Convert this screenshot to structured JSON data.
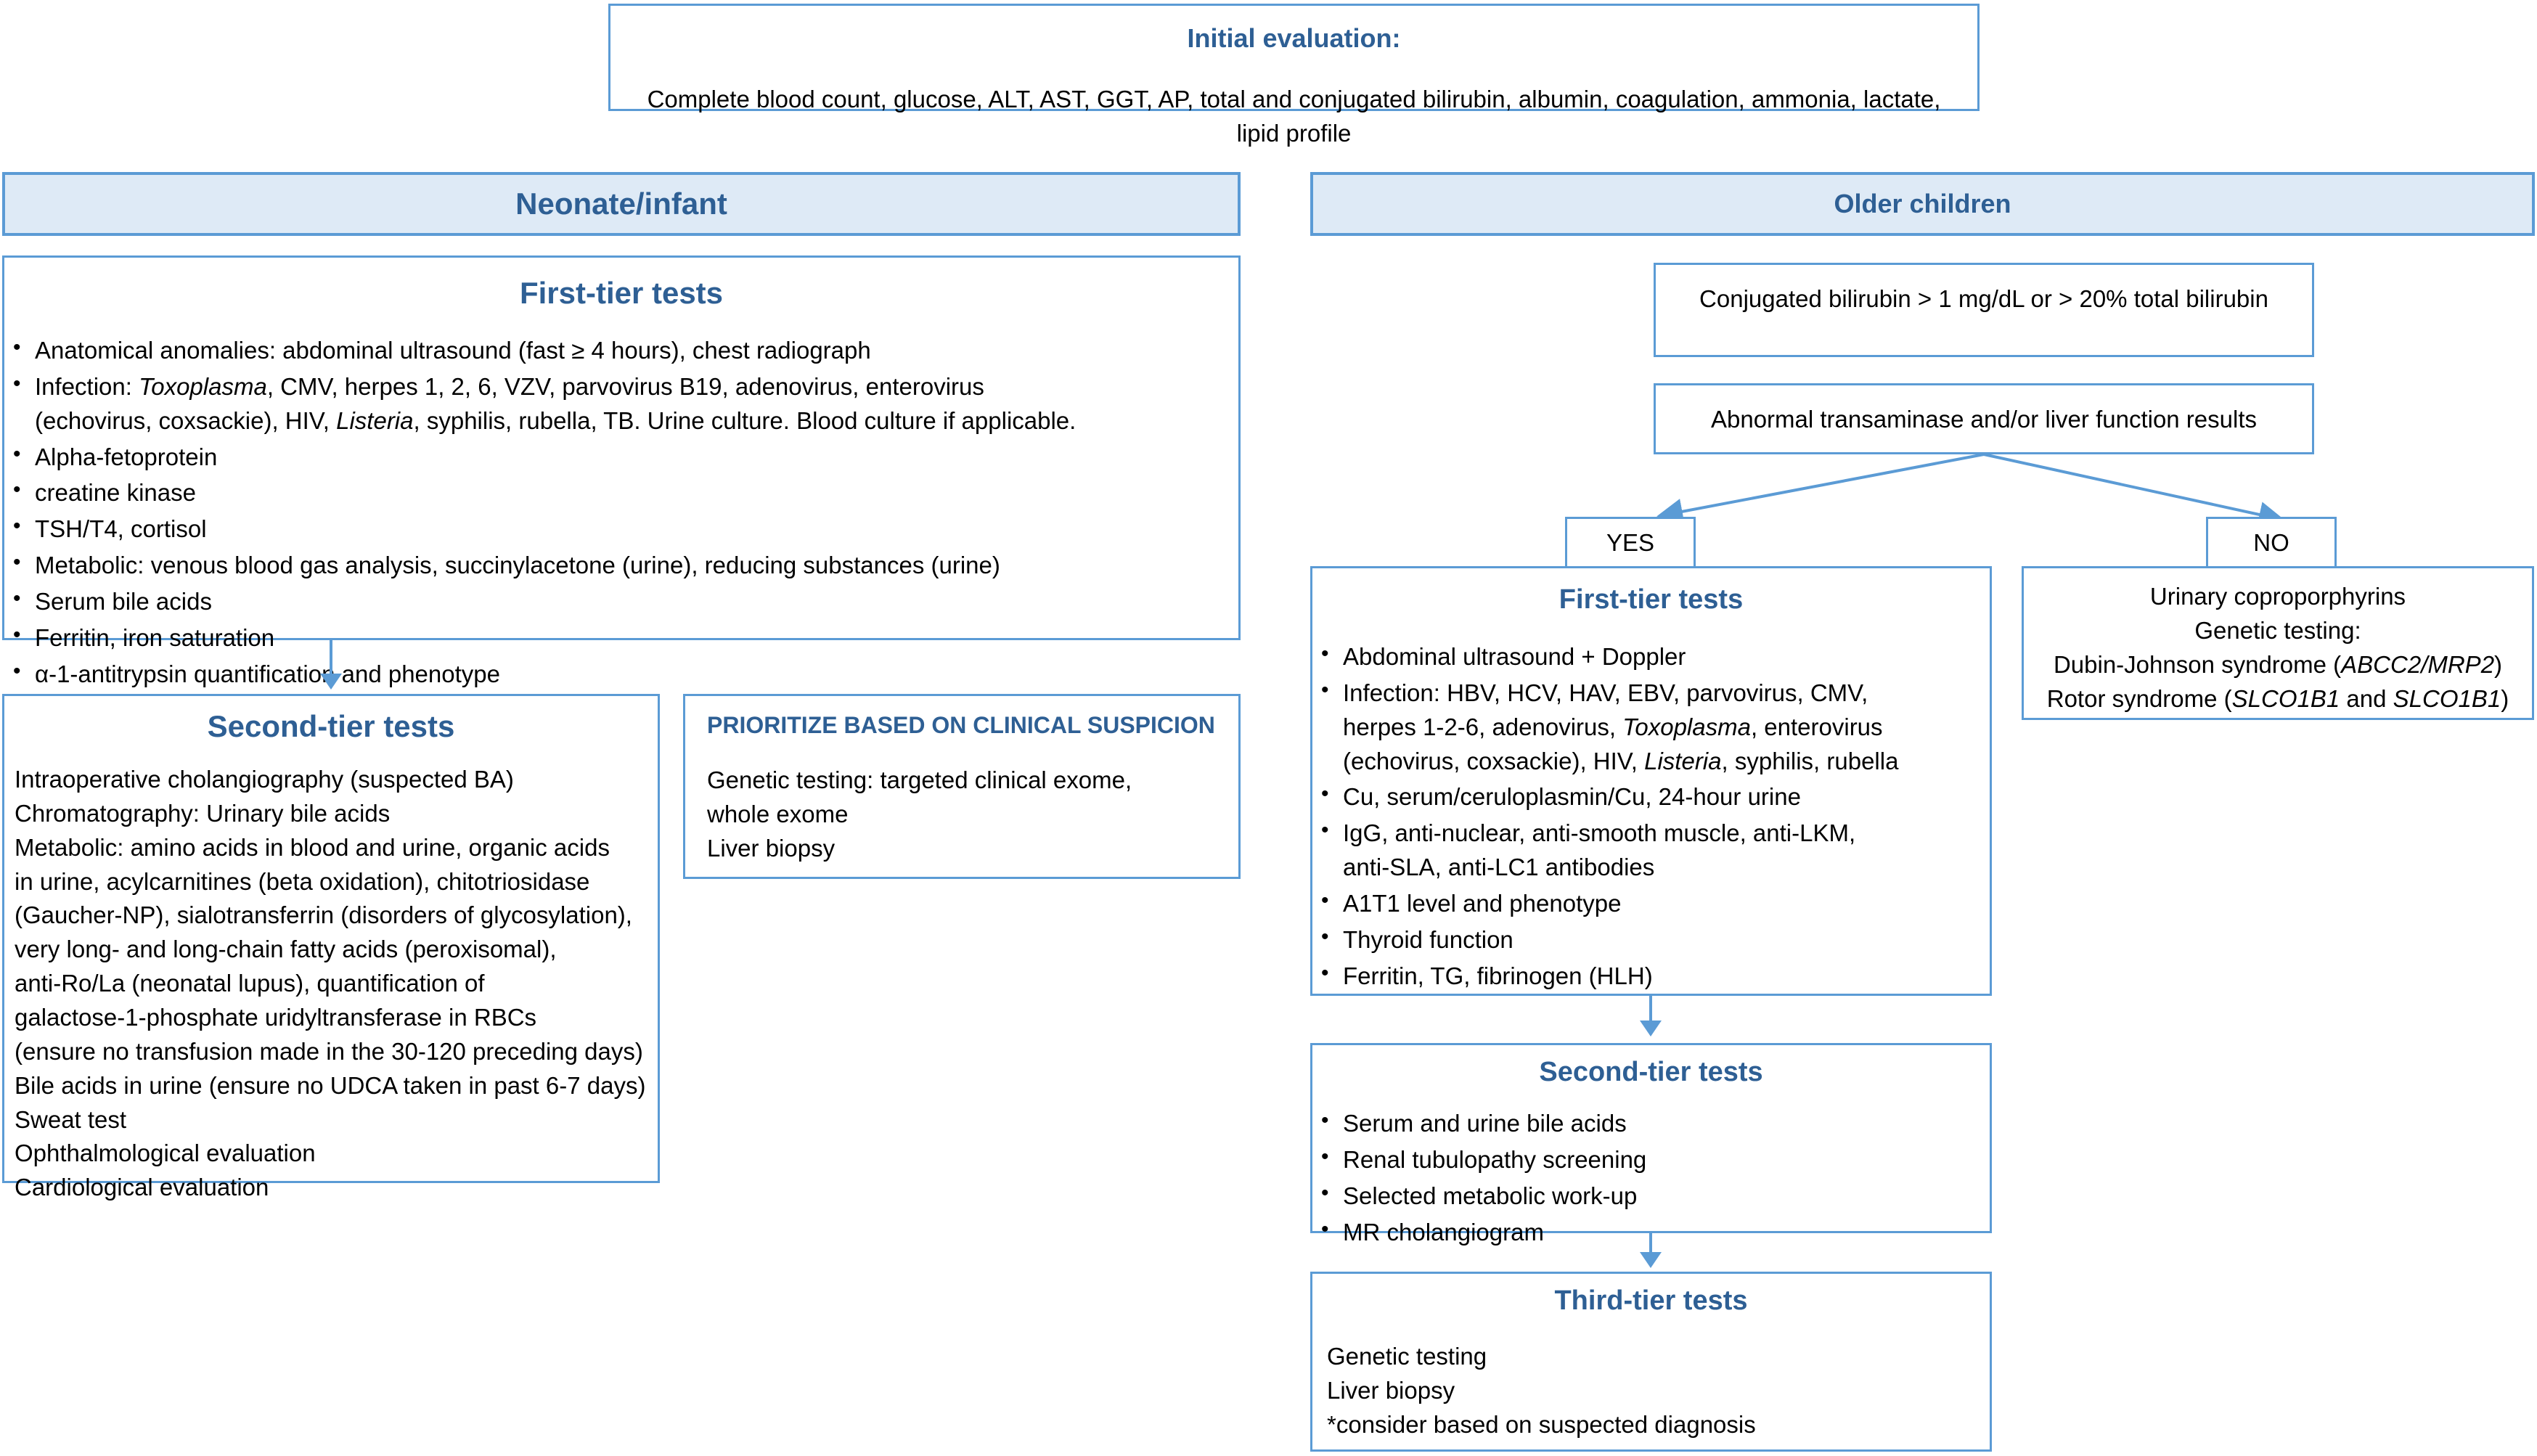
{
  "colors": {
    "border": "#5b9bd5",
    "header_fill": "#deeaf6",
    "title_text": "#2e5f94",
    "body_text": "#000000"
  },
  "initial_evaluation": {
    "title": "Initial evaluation:",
    "body": "Complete blood count, glucose, ALT, AST, GGT, AP, total and conjugated bilirubin, albumin, coagulation, ammonia, lactate, lipid profile"
  },
  "left_column": {
    "header": "Neonate/infant",
    "first_tier": {
      "title": "First-tier tests",
      "items": [
        "Anatomical anomalies: abdominal ultrasound (fast ≥ 4 hours), chest radiograph",
        "Infection: Toxoplasma, CMV, herpes 1, 2, 6, VZV, parvovirus B19, adenovirus, enterovirus (echovirus, coxsackie), HIV, Listeria, syphilis, rubella, TB. Urine culture. Blood culture if applicable.",
        "Alpha-fetoprotein",
        "creatine kinase",
        "TSH/T4, cortisol",
        "Metabolic: venous blood gas analysis, succinylacetone (urine), reducing substances (urine)",
        "Serum bile acids",
        "Ferritin, iron saturation",
        "α-1-antitrypsin quantification and phenotype"
      ]
    },
    "second_tier": {
      "title": "Second-tier tests",
      "lines": [
        "Intraoperative cholangiography (suspected BA)",
        "Chromatography: Urinary bile acids",
        "Metabolic: amino acids in blood and urine, organic acids",
        "in urine, acylcarnitines (beta oxidation), chitotriosidase",
        "(Gaucher-NP), sialotransferrin (disorders of glycosylation),",
        "very long- and long-chain fatty acids (peroxisomal),",
        "anti-Ro/La (neonatal lupus), quantification of",
        "galactose-1-phosphate uridyltransferase in RBCs",
        "(ensure no transfusion made in the 30-120 preceding days)",
        "Bile acids in urine (ensure no UDCA taken in past 6-7 days)",
        "Sweat test",
        "Ophthalmological evaluation",
        "Cardiological evaluation"
      ]
    },
    "prioritize": {
      "title": "PRIORITIZE BASED ON CLINICAL SUSPICION",
      "lines": [
        "Genetic testing: targeted clinical exome,",
        "whole exome",
        "Liver biopsy"
      ]
    }
  },
  "right_column": {
    "header": "Older children",
    "criterion": "Conjugated bilirubin > 1 mg/dL or > 20% total bilirubin",
    "question": "Abnormal transaminase and/or liver function results",
    "yes_label": "YES",
    "no_label": "NO",
    "no_branch": {
      "lines": [
        "Urinary coproporphyrins",
        "Genetic testing:",
        "Dubin-Johnson syndrome (ABCC2/MRP2)",
        "Rotor syndrome (SLCO1B1 and SLCO1B1)"
      ]
    },
    "first_tier": {
      "title": "First-tier tests",
      "items": [
        "Abdominal ultrasound + Doppler",
        "Infection: HBV, HCV, HAV, EBV, parvovirus, CMV, herpes 1-2-6, adenovirus, Toxoplasma, enterovirus (echovirus, coxsackie), HIV, Listeria, syphilis, rubella",
        "Cu, serum/ceruloplasmin/Cu, 24-hour urine",
        "IgG, anti-nuclear, anti-smooth muscle, anti-LKM, anti-SLA, anti-LC1 antibodies",
        "A1T1 level and phenotype",
        "Thyroid function",
        "Ferritin, TG, fibrinogen (HLH)"
      ]
    },
    "second_tier": {
      "title": "Second-tier tests",
      "items": [
        "Serum and urine bile acids",
        "Renal tubulopathy screening",
        "Selected metabolic work-up",
        "MR cholangiogram"
      ]
    },
    "third_tier": {
      "title": "Third-tier tests",
      "lines": [
        "Genetic testing",
        "Liver biopsy",
        "*consider based on suspected diagnosis"
      ]
    }
  }
}
